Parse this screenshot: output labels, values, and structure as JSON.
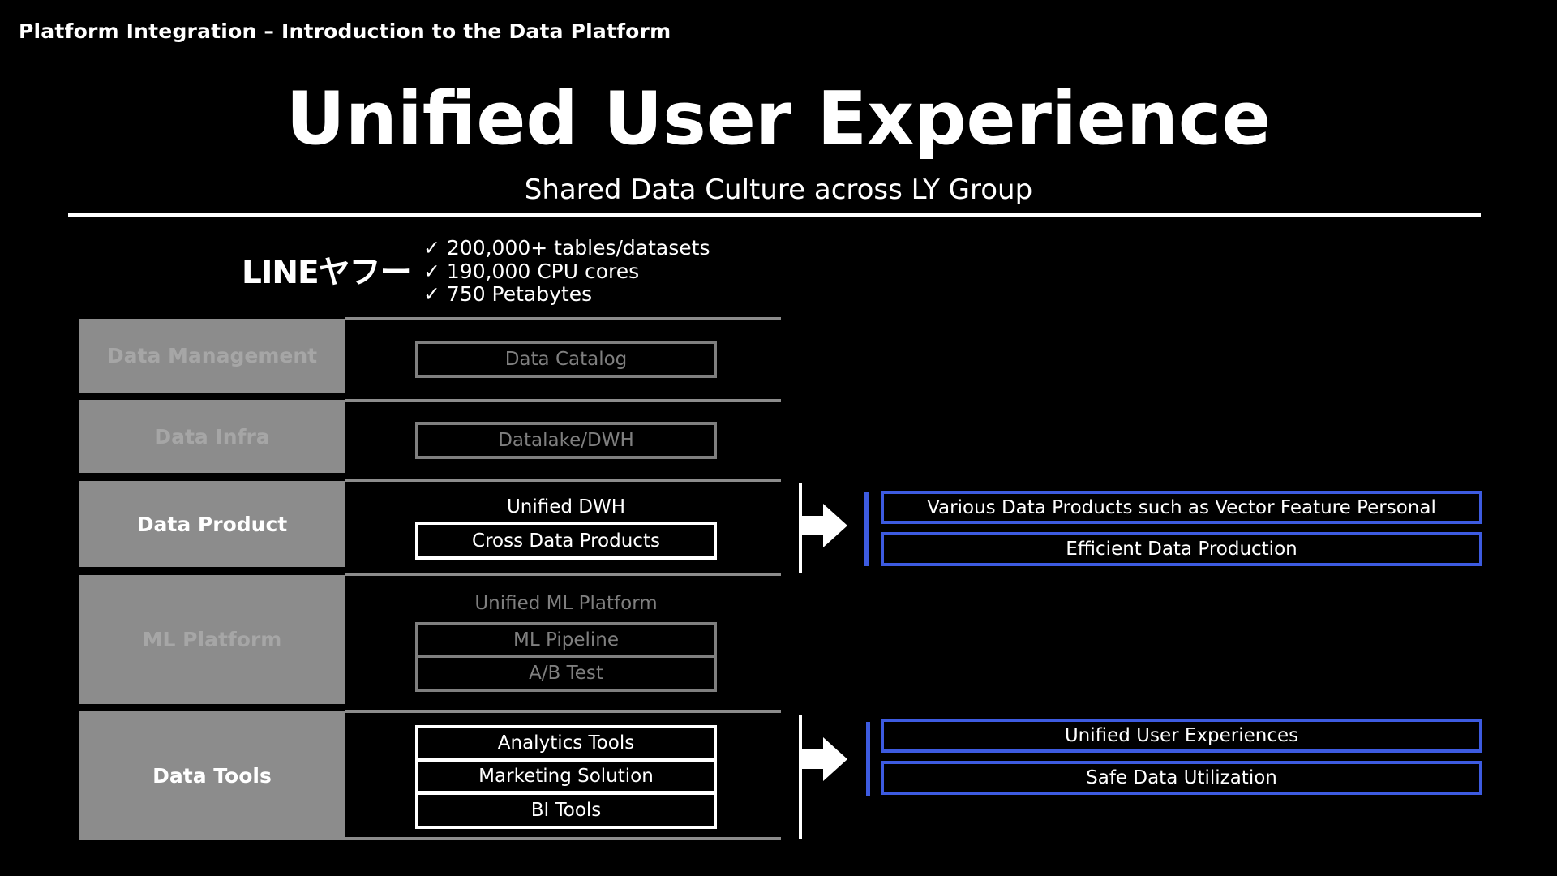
{
  "header": {
    "breadcrumb": "Platform Integration – Introduction to the Data Platform",
    "title": "Unified User Experience",
    "subtitle": "Shared Data Culture across LY Group"
  },
  "brand": {
    "logo_text": "LINEヤフー",
    "stats": [
      "✓ 200,000+ tables/datasets",
      "✓ 190,000 CPU cores",
      "✓ 750 Petabytes"
    ]
  },
  "layers": {
    "data_management": {
      "label": "Data Management",
      "items": [
        "Data Catalog"
      ]
    },
    "data_infra": {
      "label": "Data Infra",
      "items": [
        "Datalake/DWH"
      ]
    },
    "data_product": {
      "label": "Data Product",
      "heading": "Unified DWH",
      "items": [
        "Cross Data Products"
      ],
      "benefits": [
        "Various Data Products such as Vector Feature Personal",
        "Efficient Data Production"
      ]
    },
    "ml_platform": {
      "label": "ML Platform",
      "heading": "Unified ML Platform",
      "items": [
        "ML Pipeline",
        "A/B Test"
      ]
    },
    "data_tools": {
      "label": "Data Tools",
      "items": [
        "Analytics Tools",
        "Marketing Solution",
        "BI Tools"
      ],
      "benefits": [
        "Unified User Experiences",
        "Safe Data Utilization"
      ]
    }
  },
  "colors": {
    "background": "#000000",
    "category_fill": "#8c8c8c",
    "dim_text": "#7f7f7f",
    "highlight": "#ffffff",
    "benefit_border": "#3d5be0"
  }
}
